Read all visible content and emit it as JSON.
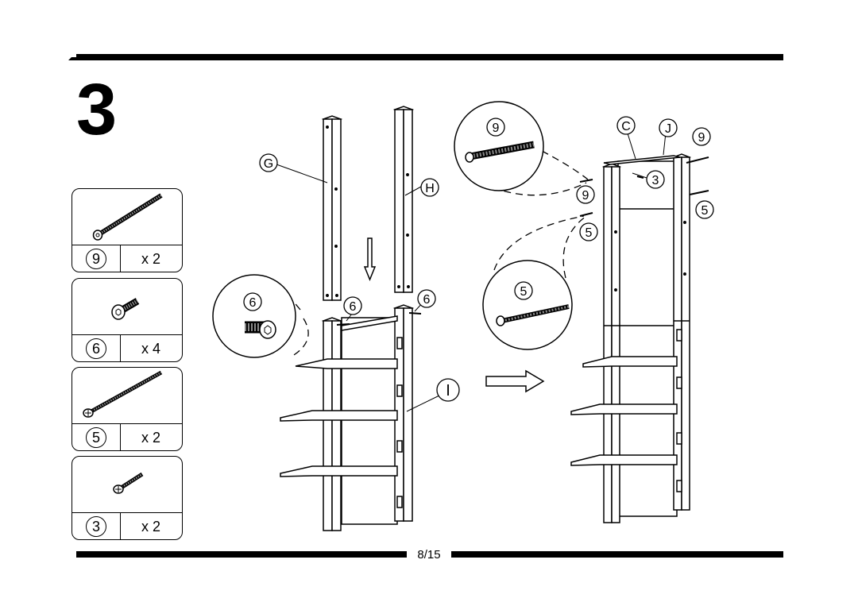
{
  "step": {
    "number": "3"
  },
  "page": {
    "indicator": "8/15"
  },
  "hardware": [
    {
      "id": "9",
      "qty": "x 2",
      "icon": "long-hex-bolt-icon"
    },
    {
      "id": "6",
      "qty": "x 4",
      "icon": "short-hex-bolt-icon"
    },
    {
      "id": "5",
      "qty": "x 2",
      "icon": "long-wood-screw-icon"
    },
    {
      "id": "3",
      "qty": "x 2",
      "icon": "short-wood-screw-icon"
    }
  ],
  "labels": {
    "part_g": "G",
    "part_h": "H",
    "part_i": "I",
    "part_c": "C",
    "part_j": "J",
    "callout_6": "6",
    "callout_9": "9",
    "callout_5": "5",
    "callout_3": "3"
  }
}
